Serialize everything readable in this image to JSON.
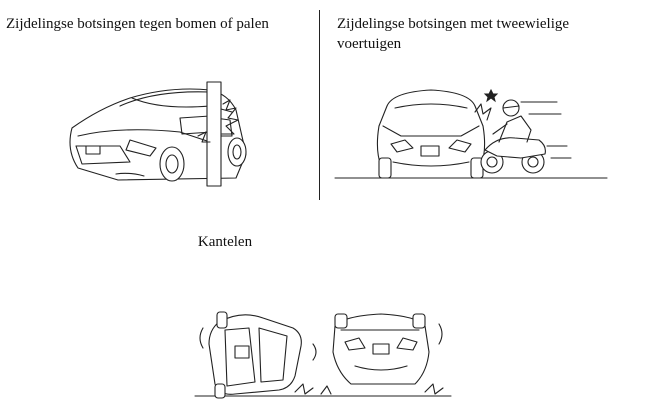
{
  "captions": {
    "left": "Zijdelingse botsingen tegen bomen of palen",
    "right": "Zijdelingse botsingen met tweewielige voertuigen",
    "bottom": "Kantelen"
  },
  "illustrations": {
    "pole": "car-side-impact-pole",
    "motorcycle": "car-side-impact-motorcycle",
    "rollover": "car-rollover"
  },
  "colors": {
    "ink": "#222222",
    "background": "#ffffff"
  }
}
